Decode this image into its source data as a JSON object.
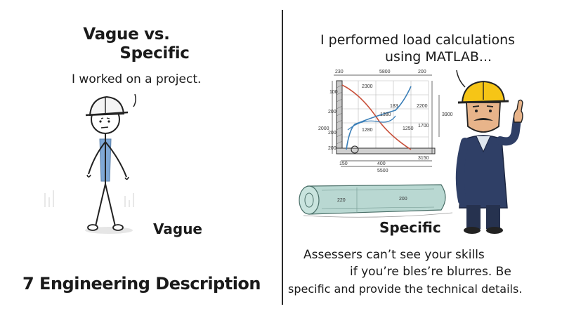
{
  "left": {
    "title_line1": "Vague vs.",
    "title_line2": "Specific",
    "speech": "I worked on a project.",
    "label": "Vague",
    "footer": "7 Engineering Description"
  },
  "right": {
    "speech_line1": "I performed load calculations",
    "speech_line2": "using MATLAB...",
    "label": "Specific",
    "caption_line1": "Assessers can’t see your skills",
    "caption_line2": "if you’re bles’re blurres. Be",
    "caption_line3": "specific and provide the technical details.",
    "drawing_labels": {
      "top_left": "230",
      "top_mid": "5800",
      "top_right": "200",
      "inner_top": "2300",
      "inner_mid": "183",
      "inner_a": "1380",
      "inner_b": "1280",
      "right_a": "2200",
      "right_b": "1700",
      "right_c": "3900",
      "left_a": "100",
      "left_b": "200",
      "left_c": "2000",
      "left_d": "200",
      "left_e": "200",
      "vert_mid": "1250",
      "bottom_a": "150",
      "bottom_b": "400",
      "bottom_c": "5500",
      "bottom_d": "3150",
      "roll_a": "220",
      "roll_b": "200"
    }
  },
  "colors": {
    "helmet": "#f6c516",
    "shirt": "#7fa8d6",
    "jacket": "#2f3f66",
    "skin": "#e8b48a",
    "curve_blue": "#3b7fb8",
    "curve_red": "#c8503a",
    "blueprint": "#b9d8d2"
  }
}
